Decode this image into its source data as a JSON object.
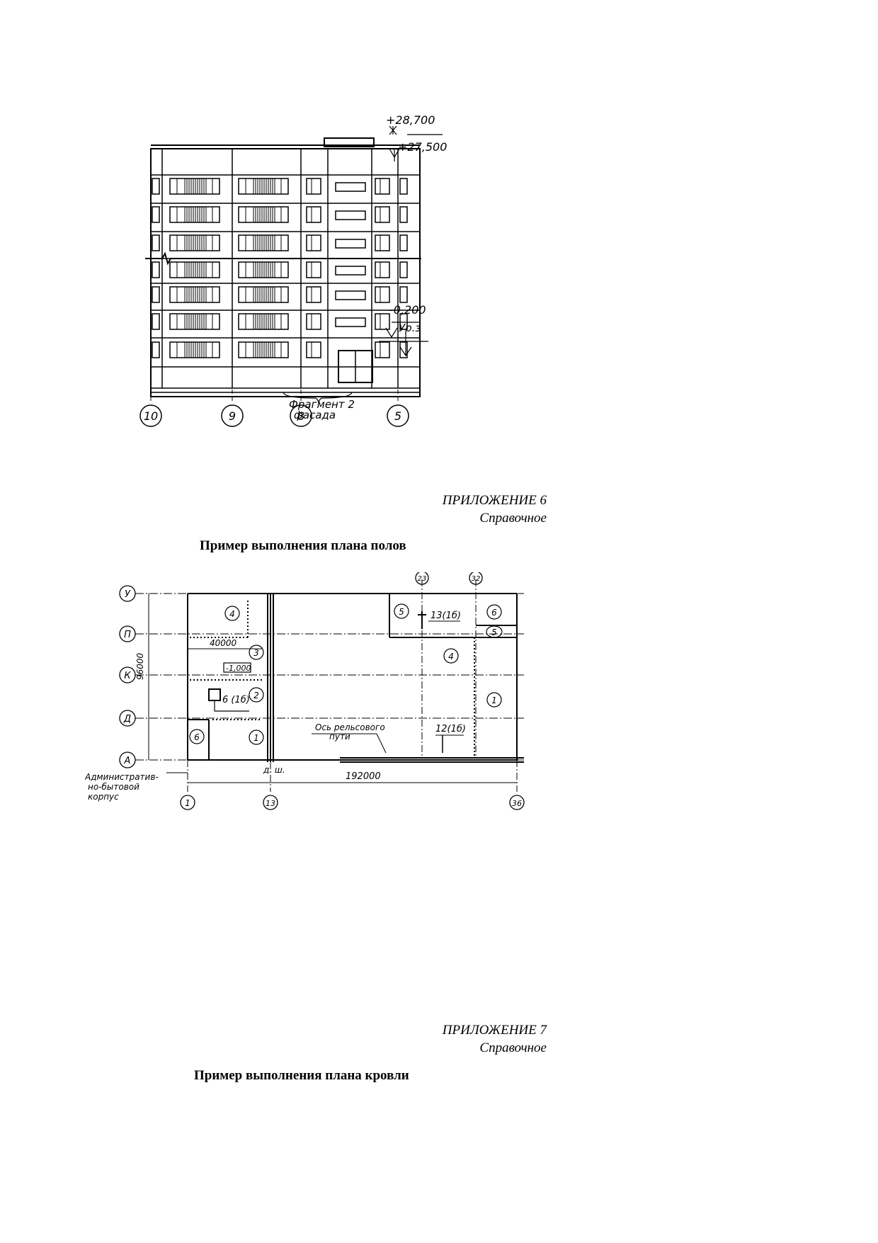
{
  "facade": {
    "elevation_top": "+28,700",
    "elevation_roof": "+27,500",
    "elevation_ground": "-0,200",
    "level_mark": "Ур.з",
    "fragment_label_line1": "Фрагмент 2",
    "fragment_label_line2": "фасада",
    "axes": [
      "10",
      "9",
      "8",
      "5"
    ]
  },
  "appendix6": {
    "label": "ПРИЛОЖЕНИЕ 6",
    "sublabel": "Справочное",
    "title": "Пример выполнения плана полов"
  },
  "floor_plan": {
    "row_axes": [
      "У",
      "П",
      "К",
      "Д",
      "А"
    ],
    "col_axes": [
      "1",
      "13",
      "23",
      "32",
      "36"
    ],
    "dim_vertical": "96000",
    "dim_40000": "40000",
    "dim_192000": "192000",
    "level_mark": "-1,000",
    "zone_numbers": [
      "4",
      "3",
      "2",
      "1",
      "6",
      "5",
      "4",
      "1",
      "6",
      "5"
    ],
    "notes": {
      "n1": "13(1б)",
      "n2": "6 (1б)",
      "n3": "12(1б)",
      "rail_line1": "Ось рельсового",
      "rail_line2": "пути",
      "ds": "д. ш.",
      "admin_line1": "Административ-",
      "admin_line2": "но-бытовой",
      "admin_line3": "корпус"
    }
  },
  "appendix7": {
    "label": "ПРИЛОЖЕНИЕ 7",
    "sublabel": "Справочное",
    "title": "Пример выполнения плана кровли"
  }
}
